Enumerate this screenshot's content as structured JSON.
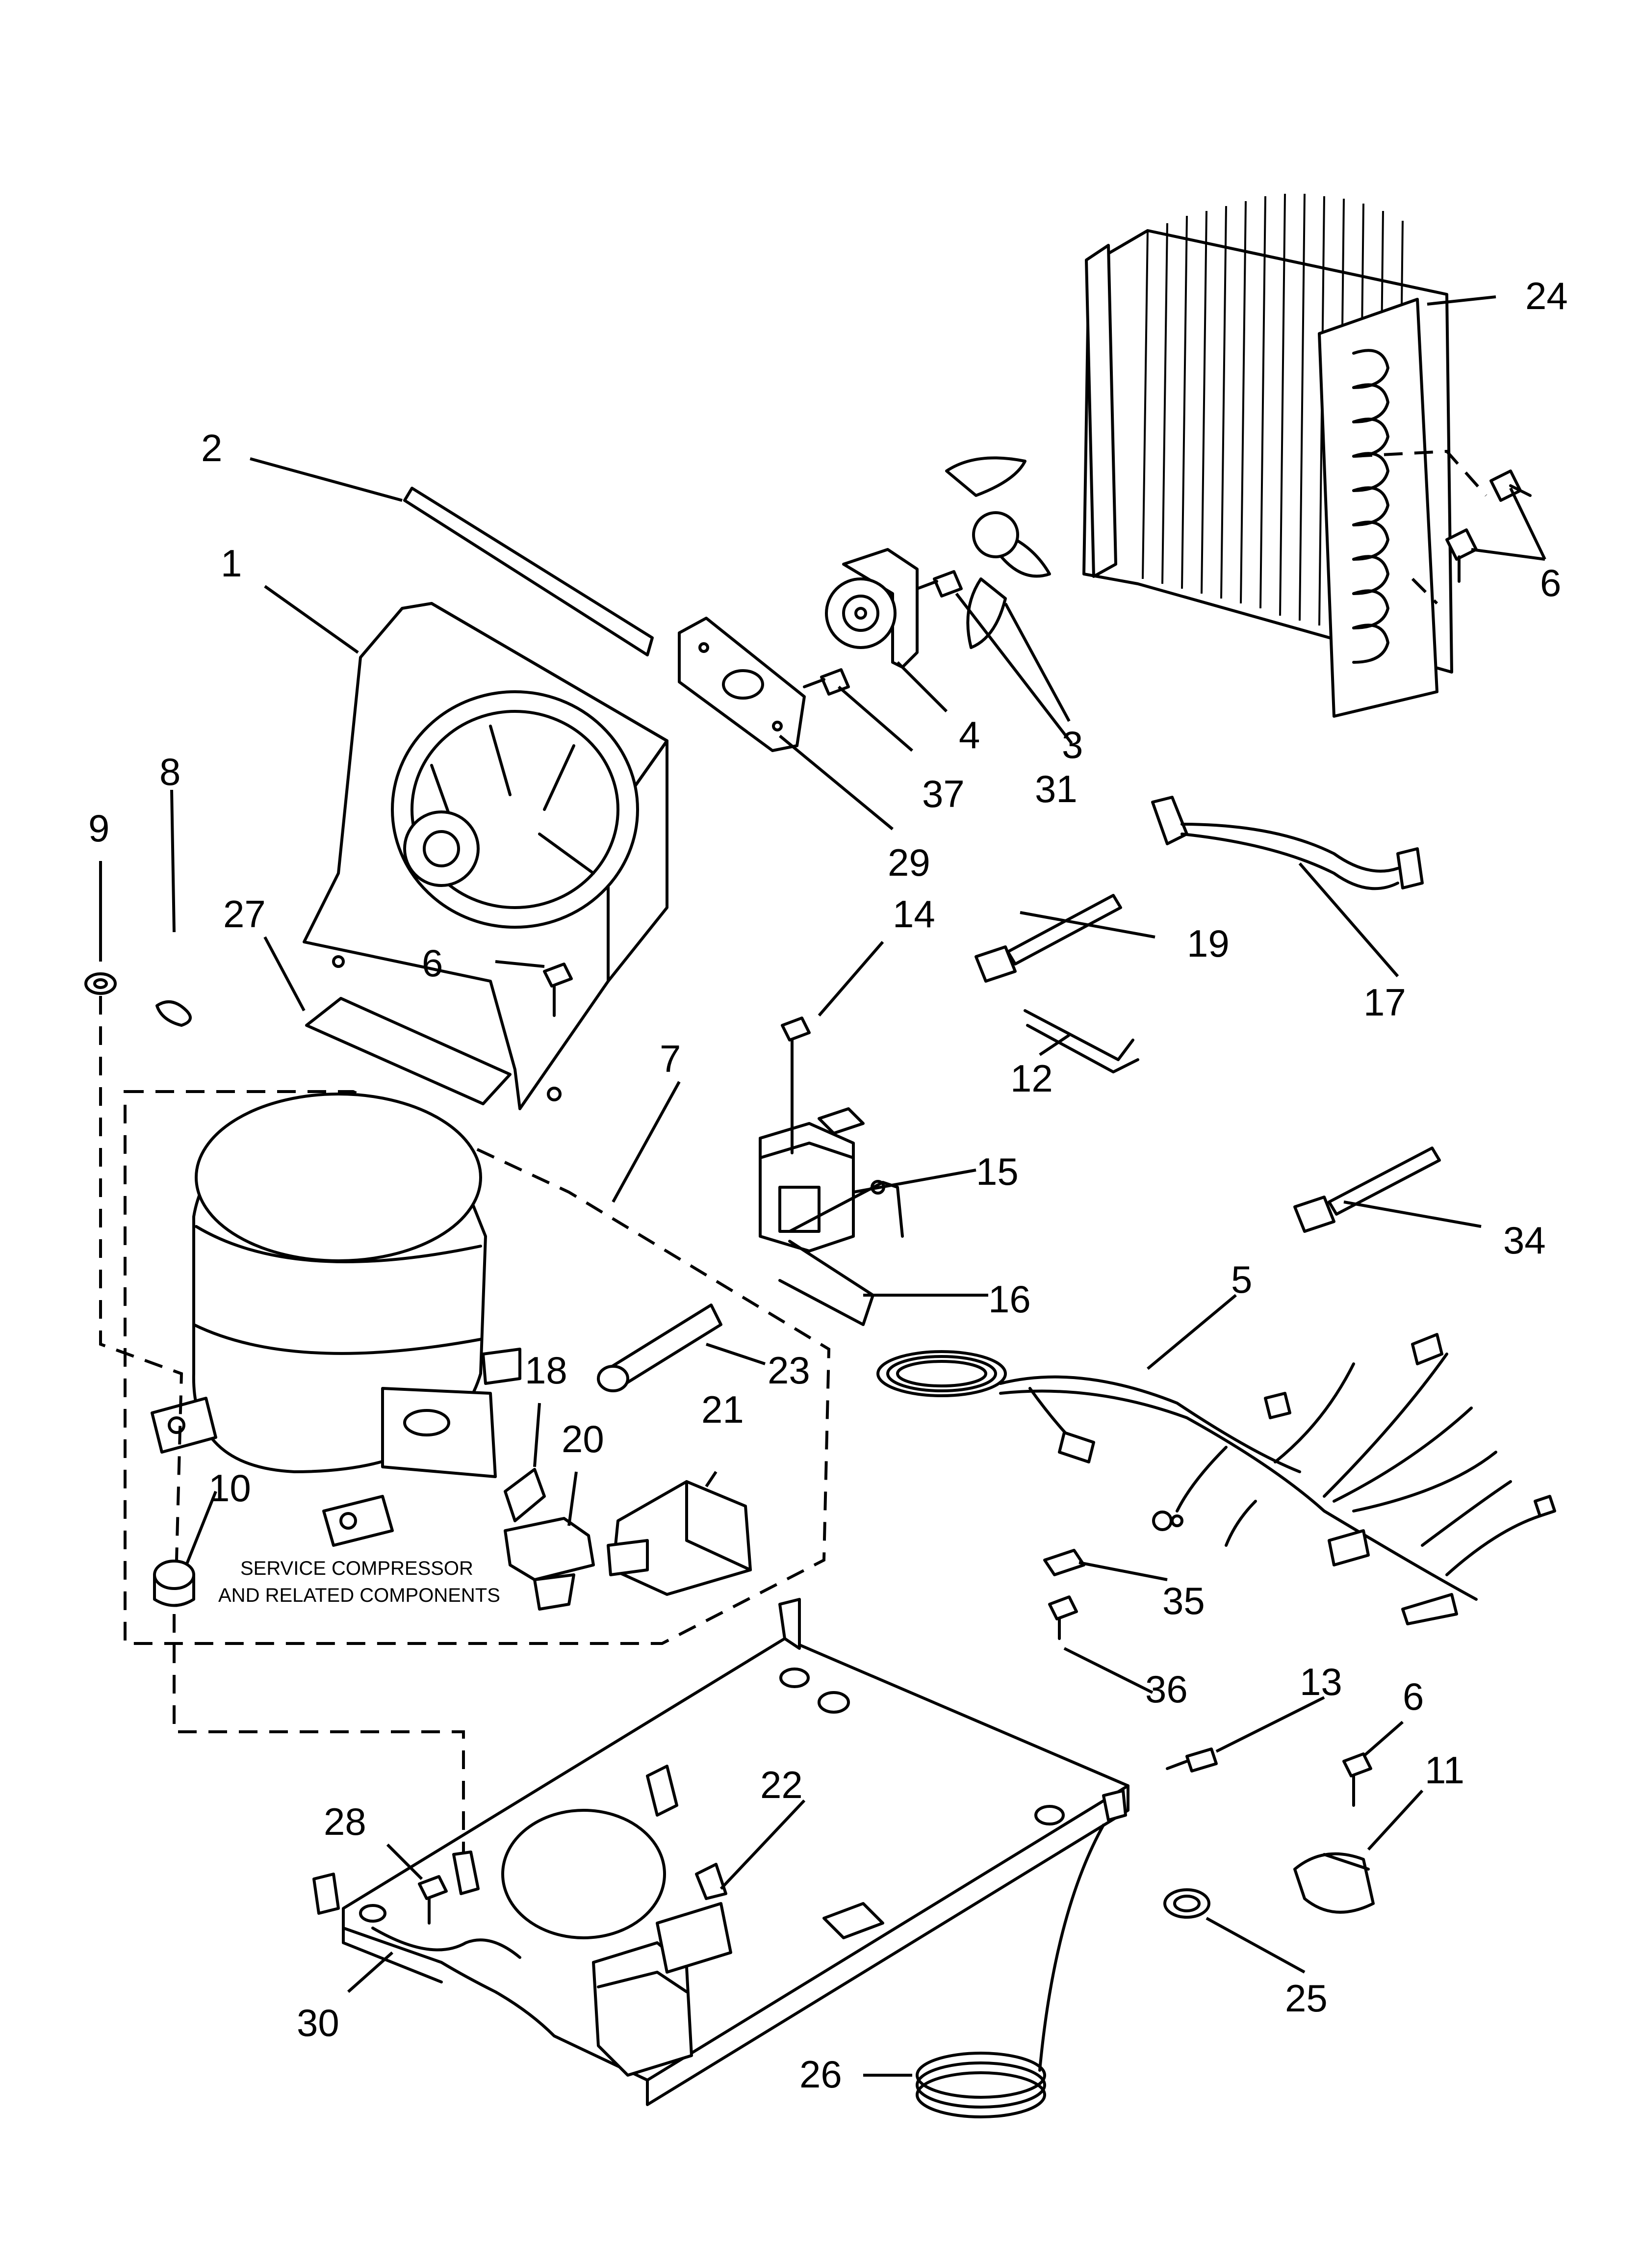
{
  "callouts": [
    {
      "id": "c1",
      "text": "1"
    },
    {
      "id": "c2",
      "text": "2"
    },
    {
      "id": "c3",
      "text": "3"
    },
    {
      "id": "c4",
      "text": "4"
    },
    {
      "id": "c5",
      "text": "5"
    },
    {
      "id": "c6a",
      "text": "6"
    },
    {
      "id": "c6b",
      "text": "6"
    },
    {
      "id": "c6c",
      "text": "6"
    },
    {
      "id": "c7",
      "text": "7"
    },
    {
      "id": "c8",
      "text": "8"
    },
    {
      "id": "c9",
      "text": "9"
    },
    {
      "id": "c10",
      "text": "10"
    },
    {
      "id": "c11",
      "text": "11"
    },
    {
      "id": "c12",
      "text": "12"
    },
    {
      "id": "c13",
      "text": "13"
    },
    {
      "id": "c14",
      "text": "14"
    },
    {
      "id": "c15",
      "text": "15"
    },
    {
      "id": "c16",
      "text": "16"
    },
    {
      "id": "c17",
      "text": "17"
    },
    {
      "id": "c18",
      "text": "18"
    },
    {
      "id": "c19",
      "text": "19"
    },
    {
      "id": "c20",
      "text": "20"
    },
    {
      "id": "c21",
      "text": "21"
    },
    {
      "id": "c22",
      "text": "22"
    },
    {
      "id": "c23",
      "text": "23"
    },
    {
      "id": "c24",
      "text": "24"
    },
    {
      "id": "c25",
      "text": "25"
    },
    {
      "id": "c26",
      "text": "26"
    },
    {
      "id": "c27",
      "text": "27"
    },
    {
      "id": "c28",
      "text": "28"
    },
    {
      "id": "c29",
      "text": "29"
    },
    {
      "id": "c30",
      "text": "30"
    },
    {
      "id": "c31",
      "text": "31"
    },
    {
      "id": "c34",
      "text": "34"
    },
    {
      "id": "c35",
      "text": "35"
    },
    {
      "id": "c36",
      "text": "36"
    },
    {
      "id": "c37",
      "text": "37"
    }
  ],
  "service_note": {
    "line1": "SERVICE COMPRESSOR",
    "line2": "AND RELATED COMPONENTS"
  }
}
